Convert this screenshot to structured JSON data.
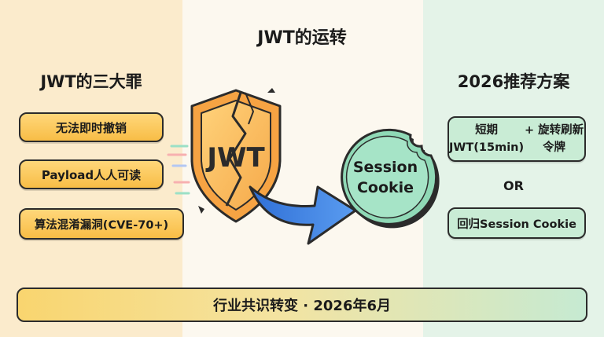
{
  "title": "JWT的运转",
  "left": {
    "heading": "JWT的三大罪",
    "items": [
      "无法即时撤销",
      "Payload人人可读",
      "算法混淆漏洞(CVE-70+)"
    ]
  },
  "right": {
    "heading": "2026推荐方案",
    "items": [
      {
        "line1": "短期JWT(15min)",
        "line2": "+ 旋转刷新令牌"
      },
      {
        "line1": "回归Session Cookie"
      }
    ],
    "separator": "OR"
  },
  "center": {
    "shield_label": "JWT",
    "cookie_line1": "Session",
    "cookie_line2": "Cookie"
  },
  "banner": "行业共识转变 · 2026年6月",
  "colors": {
    "left_bg": "#fbebcc",
    "right_bg": "#e4f3e8",
    "accent_orange": "#f8bd46",
    "accent_green": "#c9ecd5",
    "arrow_blue": "#3f7fe0"
  },
  "icons": [
    "cracked-shield-icon",
    "bitten-cookie-icon",
    "curved-arrow-icon"
  ]
}
